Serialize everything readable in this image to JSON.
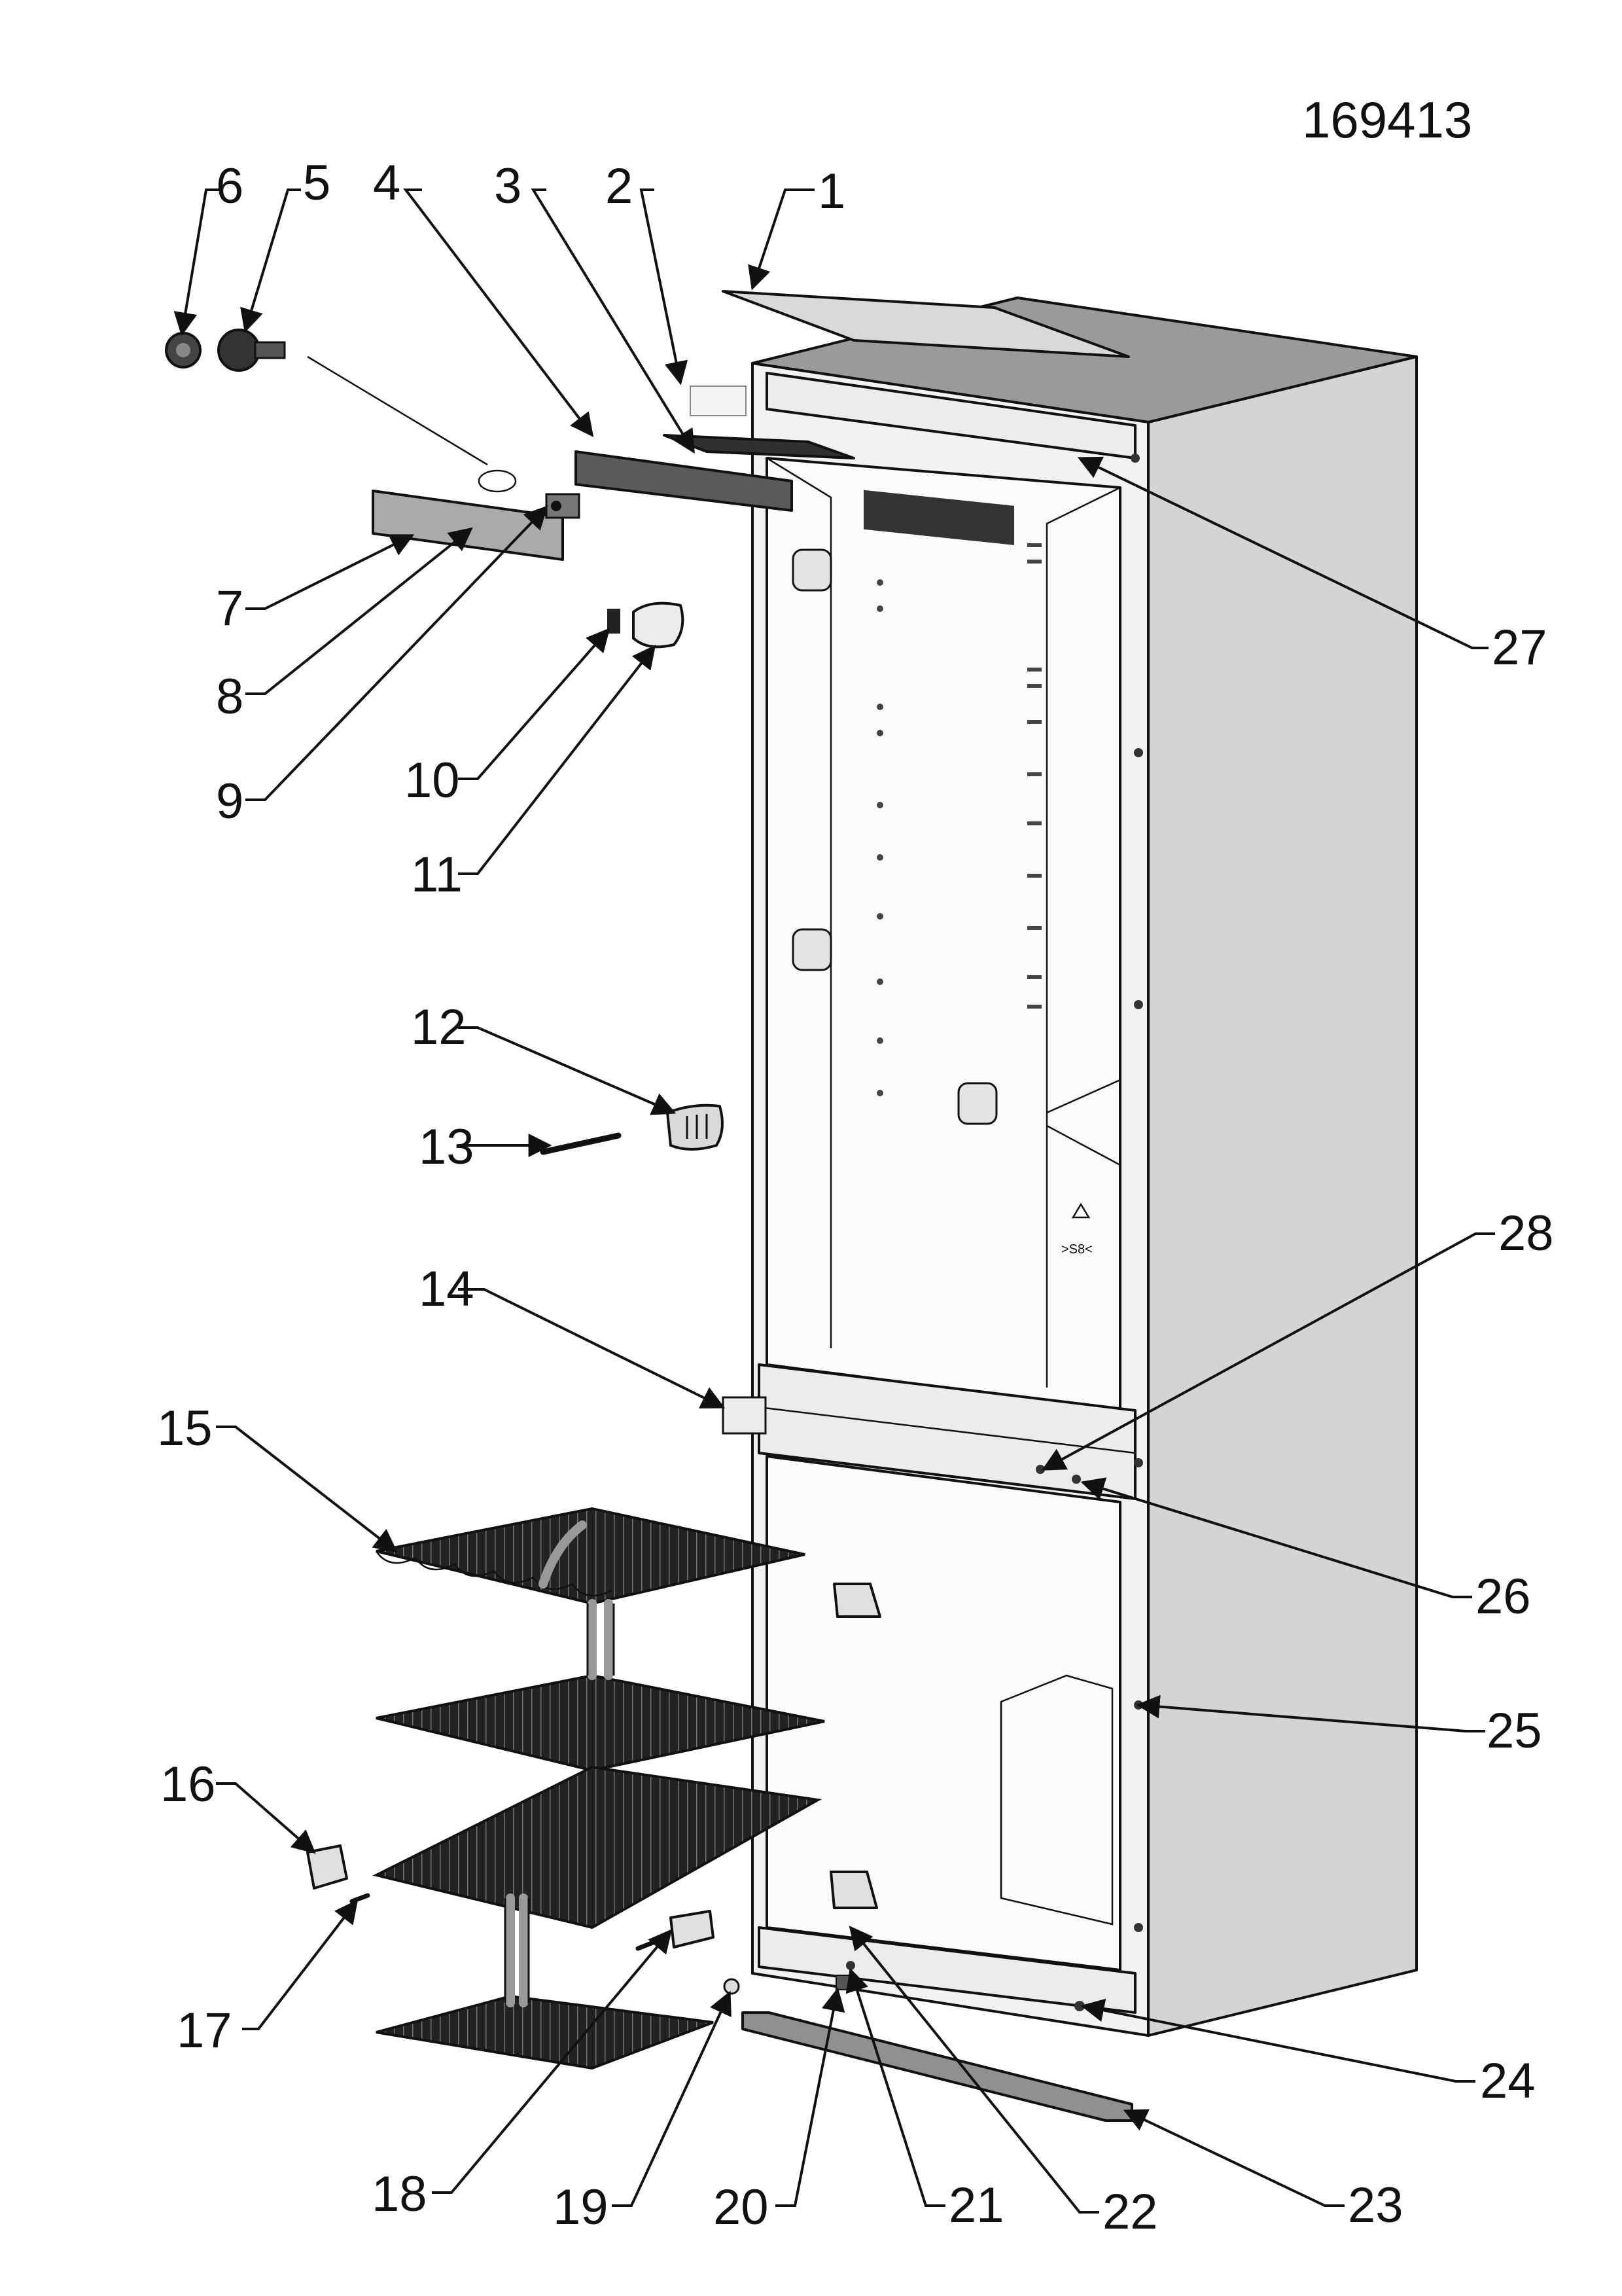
{
  "document_number": "169413",
  "callouts": [
    "1",
    "2",
    "3",
    "4",
    "5",
    "6",
    "7",
    "8",
    "9",
    "10",
    "11",
    "12",
    "13",
    "14",
    "15",
    "16",
    "17",
    "18",
    "19",
    "20",
    "21",
    "22",
    "23",
    "24",
    "25",
    "26",
    "27",
    "28"
  ],
  "markings": {
    "recycle_code": ">S8<"
  }
}
